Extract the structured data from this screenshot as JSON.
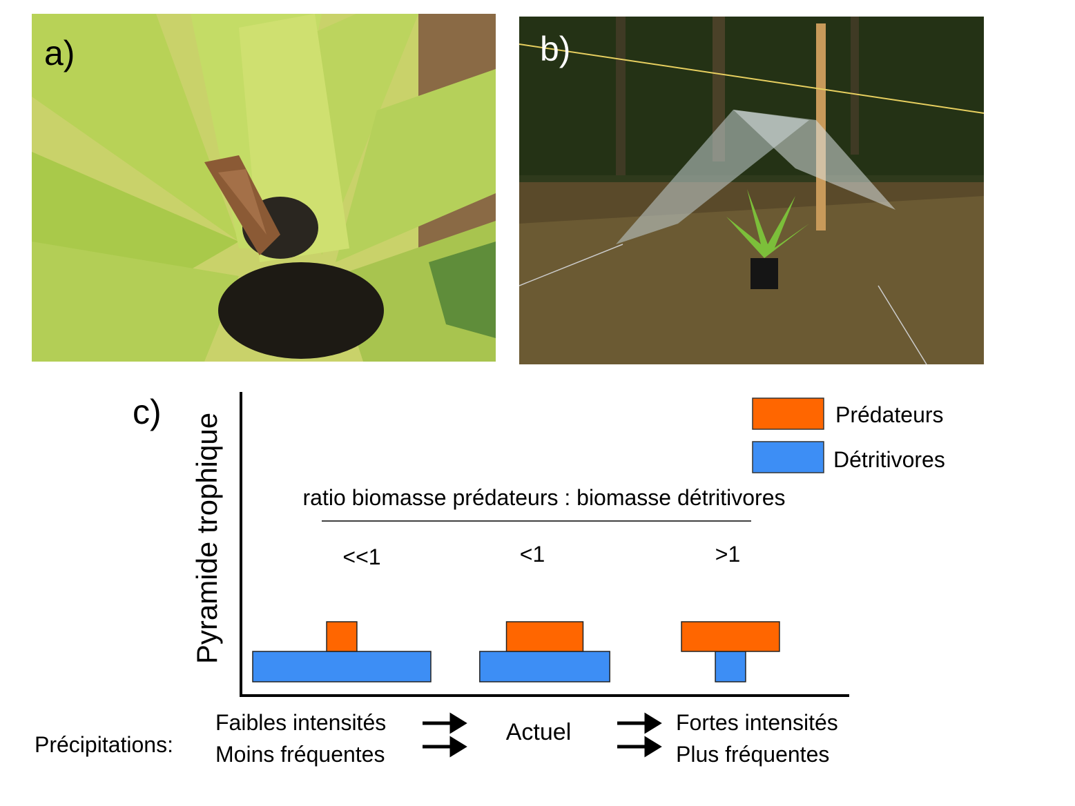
{
  "panels": {
    "a": {
      "label": "a)"
    },
    "b": {
      "label": "b)"
    },
    "c": {
      "label": "c)"
    }
  },
  "diagram": {
    "y_axis_label": "Pyramide trophique",
    "ratio_title": "ratio biomasse prédateurs : biomasse détritivores",
    "legend": [
      {
        "name": "Prédateurs",
        "color": "#ff6600"
      },
      {
        "name": "Détritivores",
        "color": "#3d8ef5"
      }
    ],
    "scenarios": [
      {
        "ratio": "<<1",
        "predateurs": 0.17,
        "detritivores": 1.0
      },
      {
        "ratio": "<1",
        "predateurs": 0.43,
        "detritivores": 0.73
      },
      {
        "ratio": ">1",
        "predateurs": 0.55,
        "detritivores": 0.17
      }
    ],
    "precipitations": {
      "label": "Précipitations:",
      "left_line1": "Faibles intensités",
      "left_line2": "Moins fréquentes",
      "center": "Actuel",
      "right_line1": "Fortes intensités",
      "right_line2": "Plus fréquentes"
    }
  }
}
